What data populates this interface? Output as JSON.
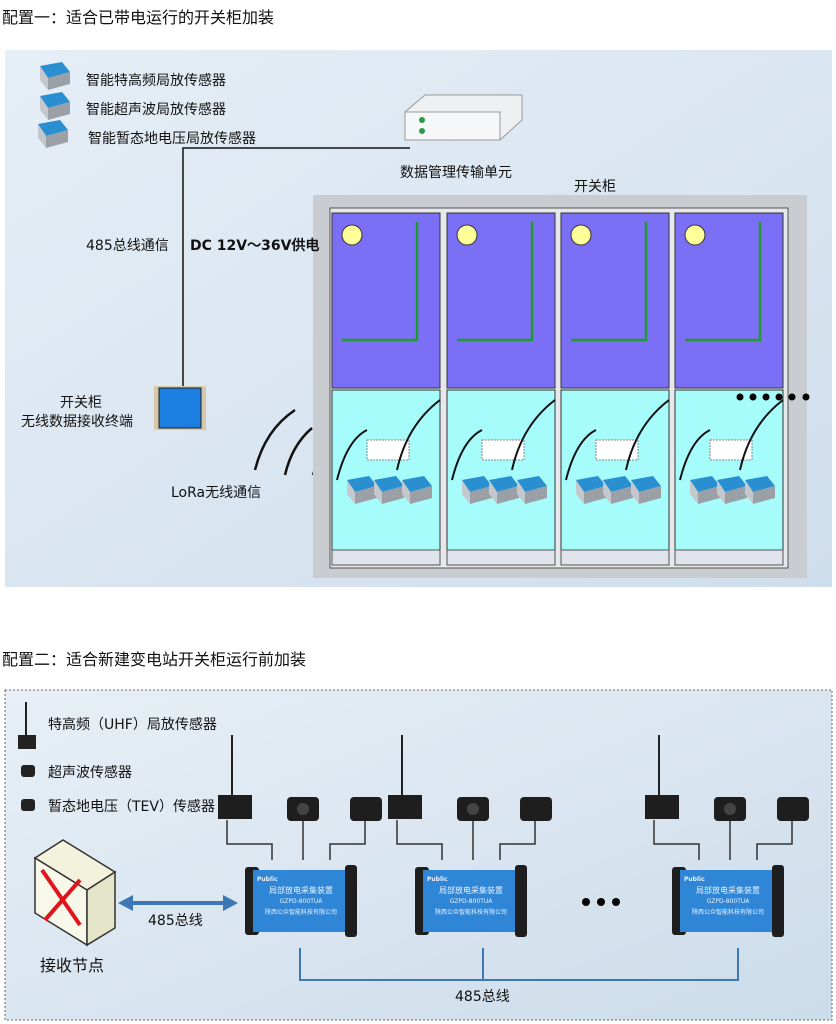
{
  "config1": {
    "title": "配置一：适合已带电运行的开关柜加装",
    "sensors": [
      "智能特高频局放传感器",
      "智能超声波局放传感器",
      "智能暂态地电压局放传感器"
    ],
    "rs485_label": "485总线通信",
    "power_label": "DC 12V～36V供电",
    "data_unit_label": "数据管理传输单元",
    "cabinet_label": "开关柜",
    "terminal_label_1": "开关柜",
    "terminal_label_2": "无线数据接收终端",
    "lora_label": "LoRa无线通信",
    "colors": {
      "upper_panel": "#7b6ff5",
      "lower_panel": "#a6fbfb",
      "wiring": "#1e9a2e",
      "background": "#dde8f2"
    }
  },
  "config2": {
    "title": "配置二：适合新建变电站开关柜运行前加装",
    "legend": [
      "特高频（UHF）局放传感器",
      "超声波传感器",
      "暂态地电压（TEV）传感器"
    ],
    "receiver_label": "接收节点",
    "bus_label_left": "485总线",
    "bus_label_bottom": "485总线",
    "collector": {
      "brand": "Public",
      "name": "局部放电采集装置",
      "model": "GZPD-800TUA",
      "company": "陕西公众智能科技有限公司"
    },
    "ellipsis": "• • •",
    "colors": {
      "collector": "#2f86d6",
      "bus_line": "#3d78b5",
      "arrow": "#3d78b5",
      "receiver_arrows": "#e0141a"
    }
  }
}
